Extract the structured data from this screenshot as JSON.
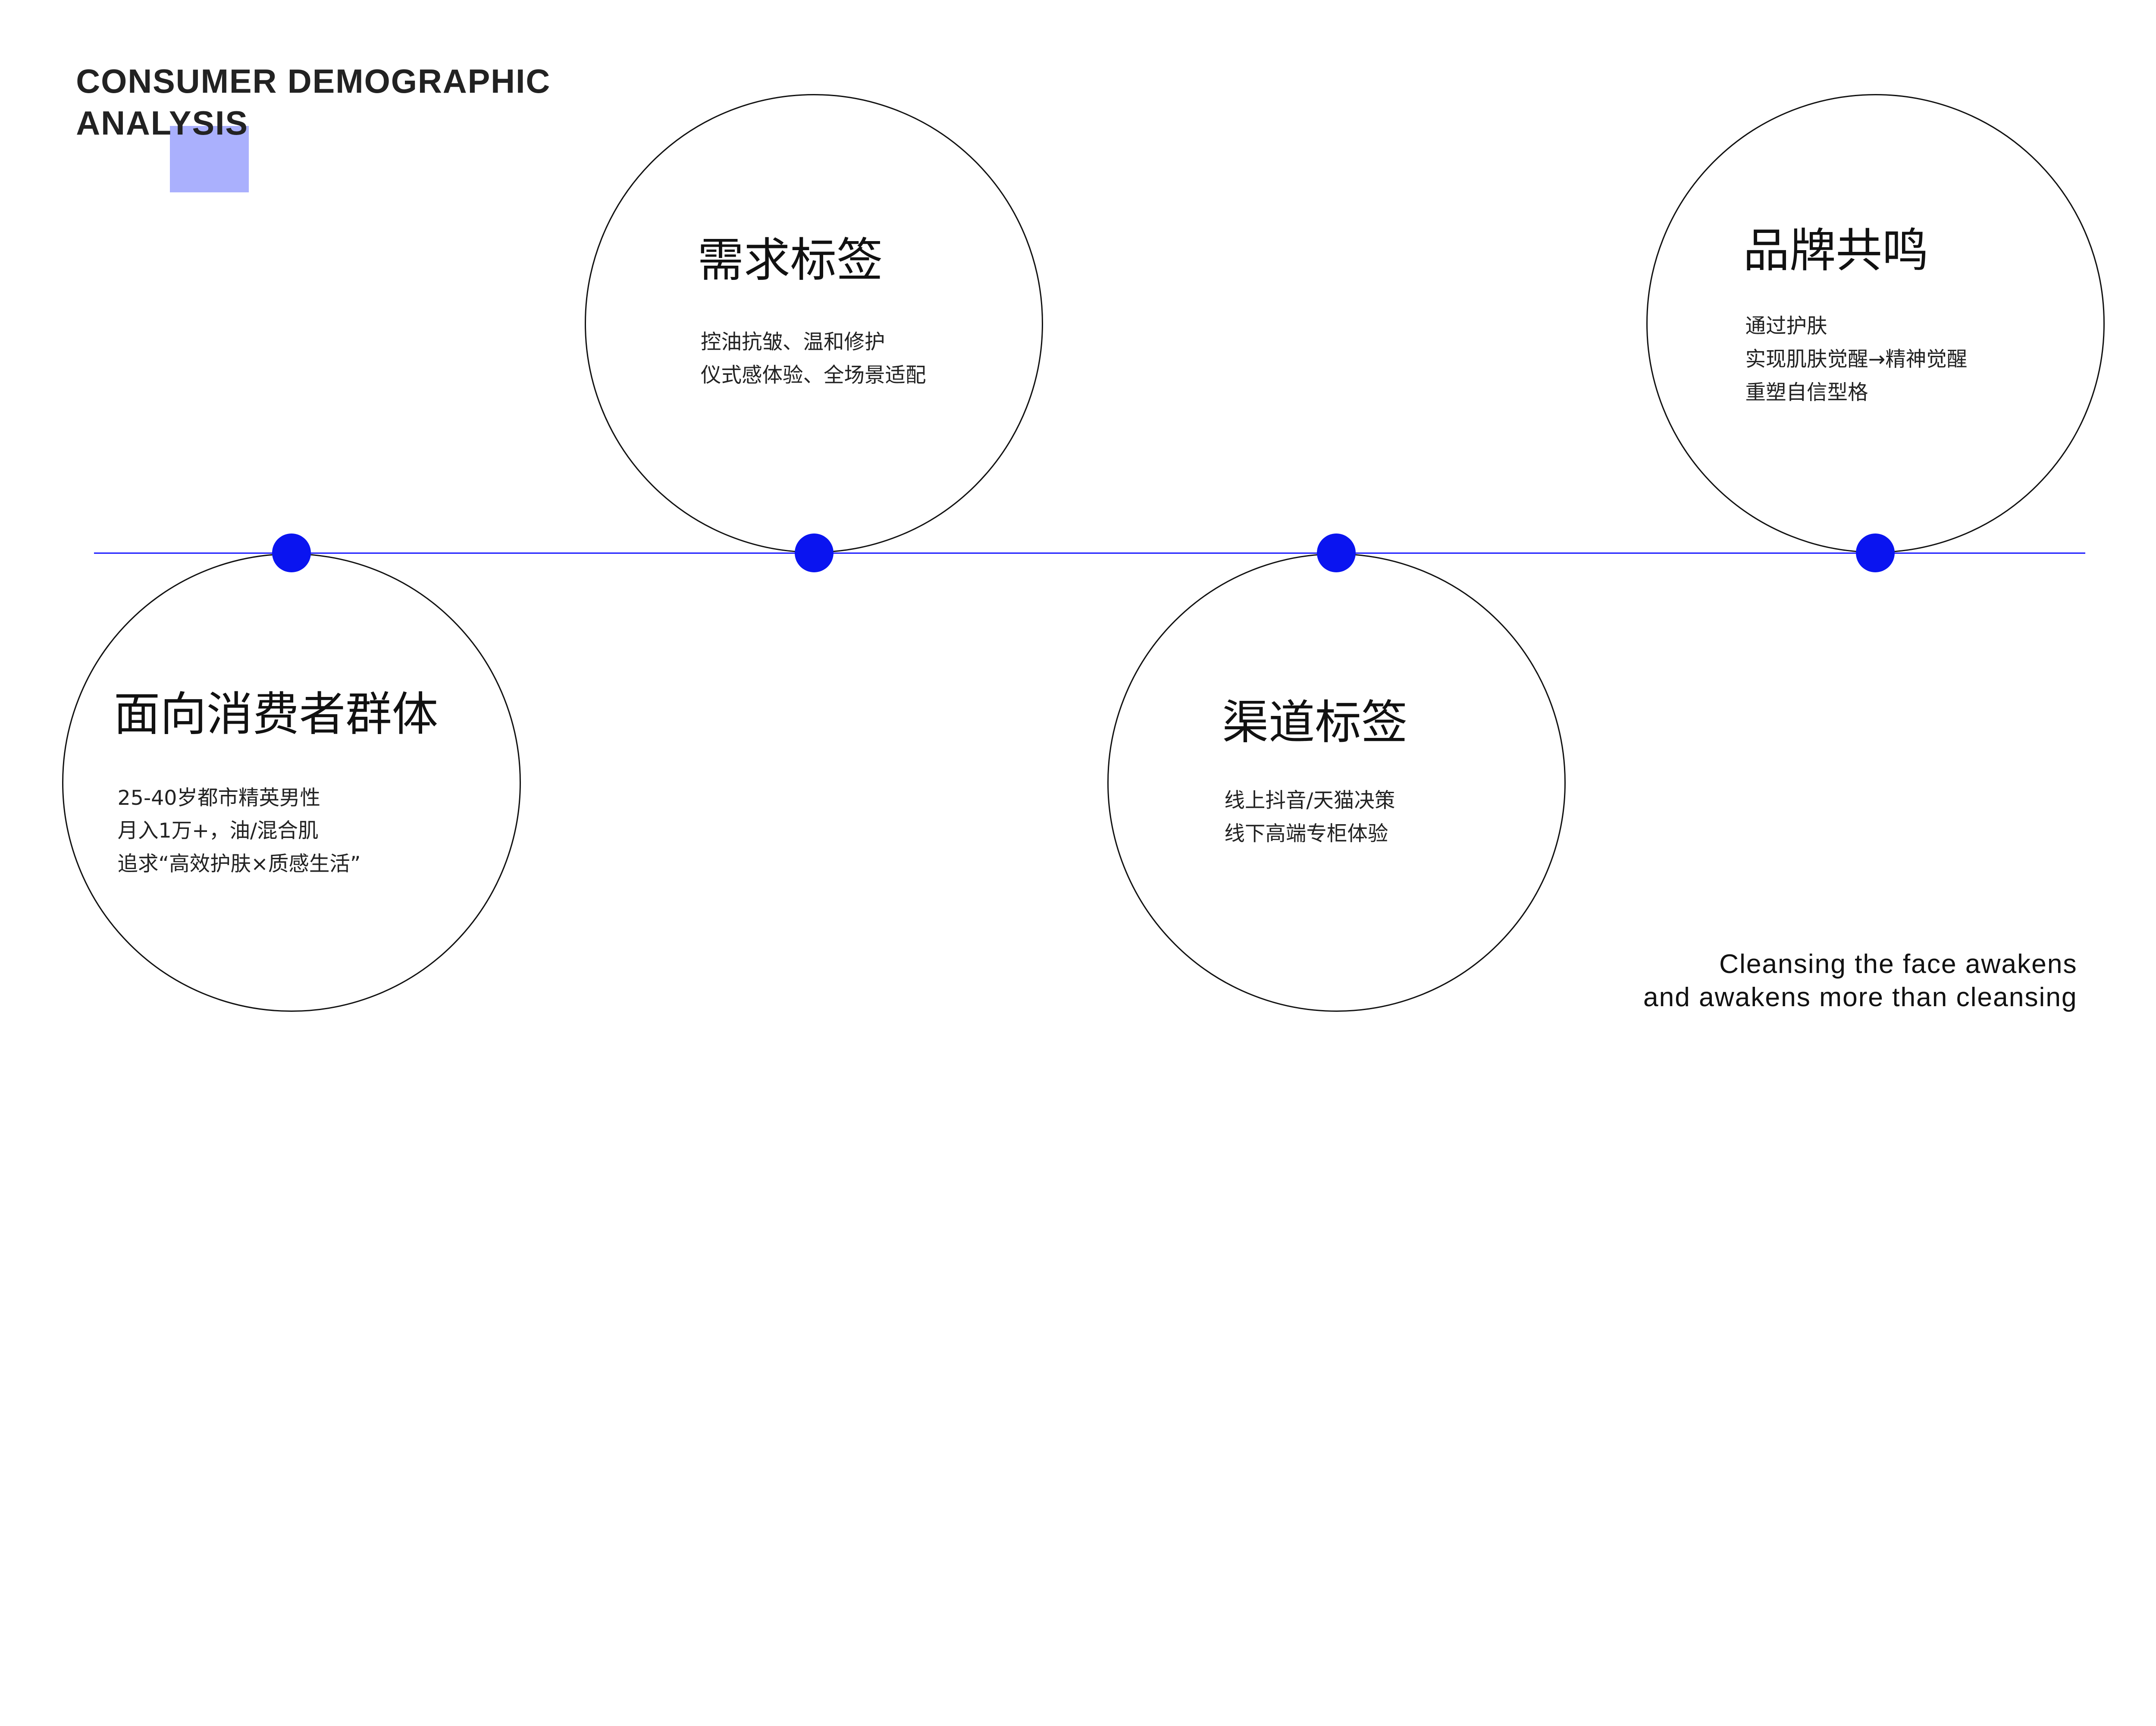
{
  "title": {
    "line1": "CONSUMER DEMOGRAPHIC",
    "line2": "ANALYSIS"
  },
  "colors": {
    "accent_square": "#aab0fd",
    "timeline": "#1a1aff",
    "node": "#0a14f0",
    "circle_stroke": "#111111"
  },
  "nodes": [
    {
      "heading": "面向消费者群体",
      "lines": [
        "25-40岁都市精英男性",
        "月入1万+，油/混合肌",
        "追求“高效护肤×质感生活”"
      ]
    },
    {
      "heading": "需求标签",
      "lines": [
        "控油抗皱、温和修护",
        "仪式感体验、全场景适配"
      ]
    },
    {
      "heading": "渠道标签",
      "lines": [
        "线上抖音/天猫决策",
        "线下高端专柜体验"
      ]
    },
    {
      "heading": "品牌共鸣",
      "lines": [
        "通过护肤",
        "实现肌肤觉醒→精神觉醒",
        "重塑自信型格"
      ]
    }
  ],
  "tagline": {
    "line1": "Cleansing the face awakens",
    "line2": "and awakens more than cleansing"
  }
}
